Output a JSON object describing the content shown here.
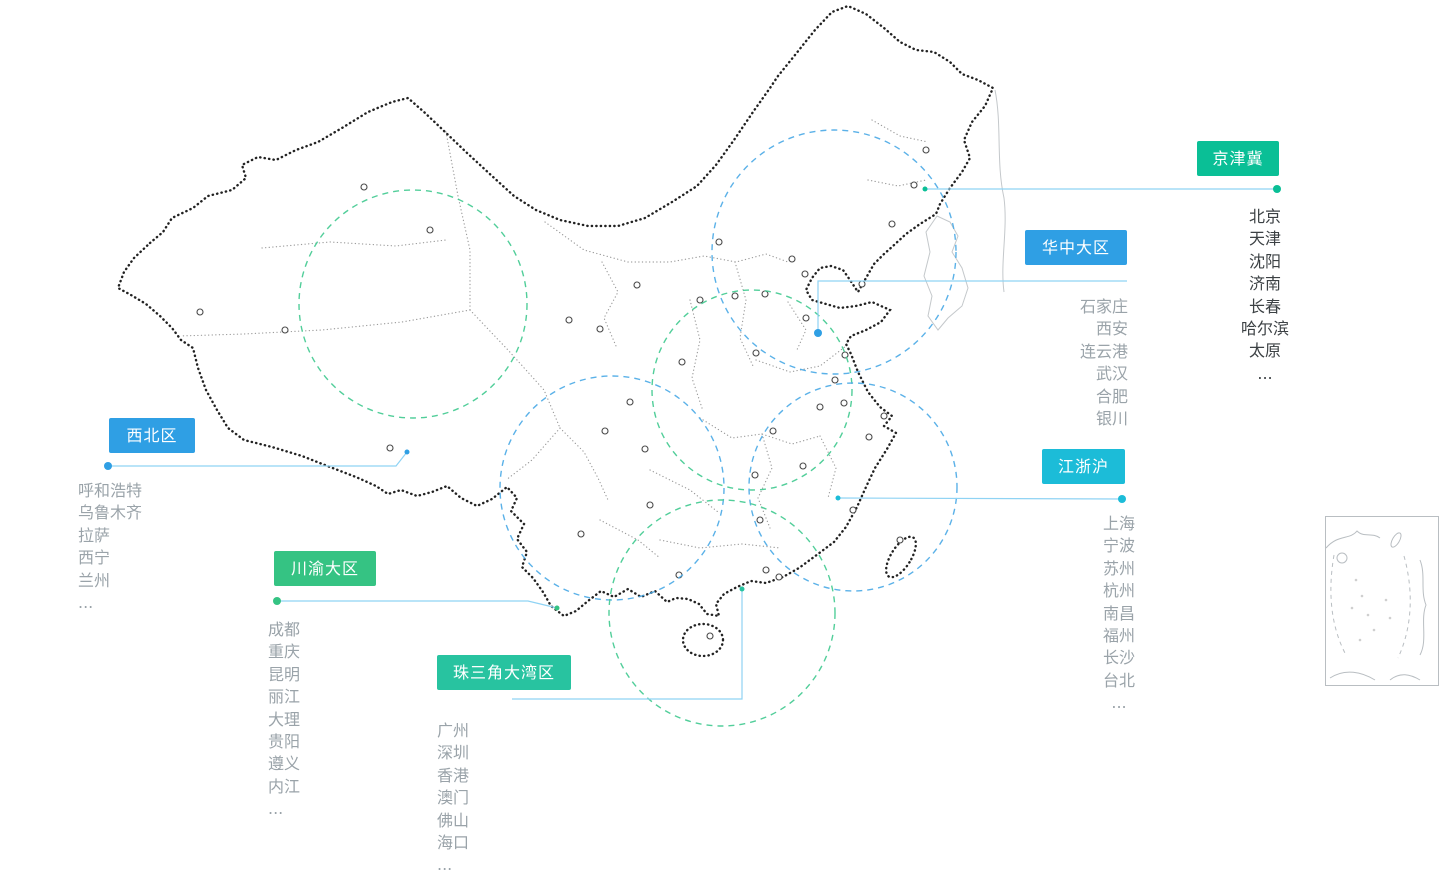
{
  "page": {
    "background": "#ffffff"
  },
  "colors": {
    "connector_line": "#8fd3f4",
    "map_outline": "#222222",
    "province_line": "#9b9b9b",
    "marker_stroke": "#4a4a4a",
    "neighbor_coast": "#c4c8cb",
    "inset_stroke": "#b9bec2",
    "circle_blue": "#49a9e6",
    "circle_green": "#3fc98f"
  },
  "regions": {
    "jingjinji": {
      "label": "京津冀",
      "color": "#0abf96",
      "city_text_color": "#3c4144",
      "cities": [
        "北京",
        "天津",
        "沈阳",
        "济南",
        "长春",
        "哈尔滨",
        "太原"
      ],
      "ellipsis": "..."
    },
    "huazhong": {
      "label": "华中大区",
      "color": "#2f9fe4",
      "city_text_color": "#9aa3a9",
      "cities": [
        "石家庄",
        "西安",
        "连云港",
        "武汉",
        "合肥",
        "银川"
      ]
    },
    "xibei": {
      "label": "西北区",
      "color": "#2f9fe4",
      "city_text_color": "#9aa3a9",
      "cities": [
        "呼和浩特",
        "乌鲁木齐",
        "拉萨",
        "西宁",
        "兰州"
      ],
      "ellipsis": "..."
    },
    "jiangzhehu": {
      "label": "江浙沪",
      "color": "#1cbcd8",
      "city_text_color": "#9aa3a9",
      "cities": [
        "上海",
        "宁波",
        "苏州",
        "杭州",
        "南昌",
        "福州",
        "长沙",
        "台北"
      ],
      "ellipsis": "..."
    },
    "chuanyu": {
      "label": "川渝大区",
      "color": "#35c383",
      "city_text_color": "#9aa3a9",
      "cities": [
        "成都",
        "重庆",
        "昆明",
        "丽江",
        "大理",
        "贵阳",
        "遵义",
        "内江"
      ],
      "ellipsis": "..."
    },
    "zhusanjiao": {
      "label": "珠三角大湾区",
      "color": "#28c3a0",
      "city_text_color": "#9aa3a9",
      "cities": [
        "广州",
        "深圳",
        "香港",
        "澳门",
        "佛山",
        "海口"
      ],
      "ellipsis": "..."
    }
  }
}
